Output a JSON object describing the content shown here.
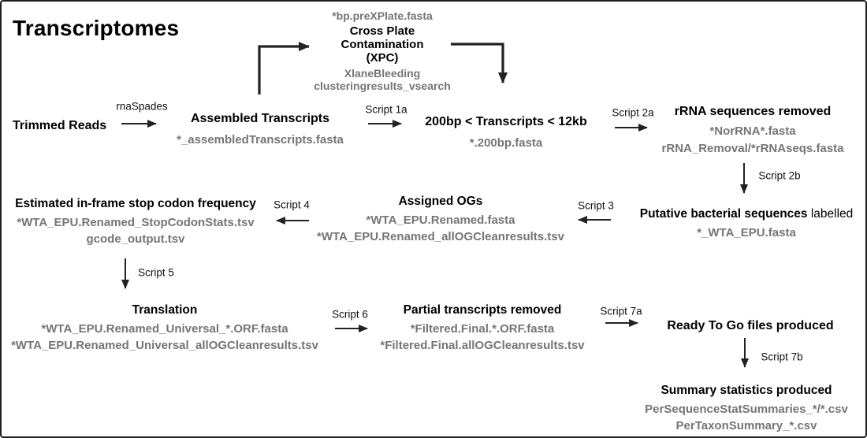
{
  "title": "Transcriptomes",
  "colors": {
    "text": "#000000",
    "file_gray": "#757575",
    "arrow": "#222222",
    "background": "#ffffff"
  },
  "nodes": {
    "trimmed": {
      "title": "Trimmed Reads"
    },
    "assembled": {
      "title": "Assembled Transcripts",
      "files": [
        "*_assembledTranscripts.fasta"
      ]
    },
    "xpc": {
      "pre_file": "*bp.preXPlate.fasta",
      "title_lines": [
        "Cross Plate",
        "Contamination",
        "(XPC)"
      ],
      "files": [
        "XlaneBleeding",
        "clusteringresults_vsearch"
      ]
    },
    "size_filter": {
      "title": "200bp < Transcripts < 12kb",
      "files": [
        "*.200bp.fasta"
      ]
    },
    "rrna": {
      "title": "rRNA sequences removed",
      "files": [
        "*NorRNA*.fasta",
        "rRNA_Removal/*rRNAseqs.fasta"
      ]
    },
    "putative": {
      "title_bold": "Putative bacterial sequences",
      "title_regular": "labelled",
      "files": [
        "*_WTA_EPU.fasta"
      ]
    },
    "assigned": {
      "title": "Assigned OGs",
      "files": [
        "*WTA_EPU.Renamed.fasta",
        "*WTA_EPU.Renamed_allOGCleanresults.tsv"
      ]
    },
    "stopcodon": {
      "title": "Estimated in-frame stop codon frequency",
      "files": [
        "*WTA_EPU.Renamed_StopCodonStats.tsv",
        "gcode_output.tsv"
      ]
    },
    "translation": {
      "title": "Translation",
      "files": [
        "*WTA_EPU.Renamed_Universal_*.ORF.fasta",
        "*WTA_EPU.Renamed_Universal_allOGCleanresults.tsv"
      ]
    },
    "partial": {
      "title": "Partial transcripts removed",
      "files": [
        "*Filtered.Final.*.ORF.fasta",
        "*Filtered.Final.allOGCleanresults.tsv"
      ]
    },
    "ready": {
      "title": "Ready To Go files produced"
    },
    "summary": {
      "title": "Summary statistics produced",
      "files": [
        "PerSequenceStatSummaries_*/*.csv",
        "PerTaxonSummary_*.csv"
      ]
    }
  },
  "arrows": {
    "rnaspades": "rnaSpades",
    "script_1a": "Script 1a",
    "script_2a": "Script 2a",
    "script_2b": "Script 2b",
    "script_3": "Script 3",
    "script_4": "Script 4",
    "script_5": "Script 5",
    "script_6": "Script 6",
    "script_7a": "Script 7a",
    "script_7b": "Script 7b"
  }
}
